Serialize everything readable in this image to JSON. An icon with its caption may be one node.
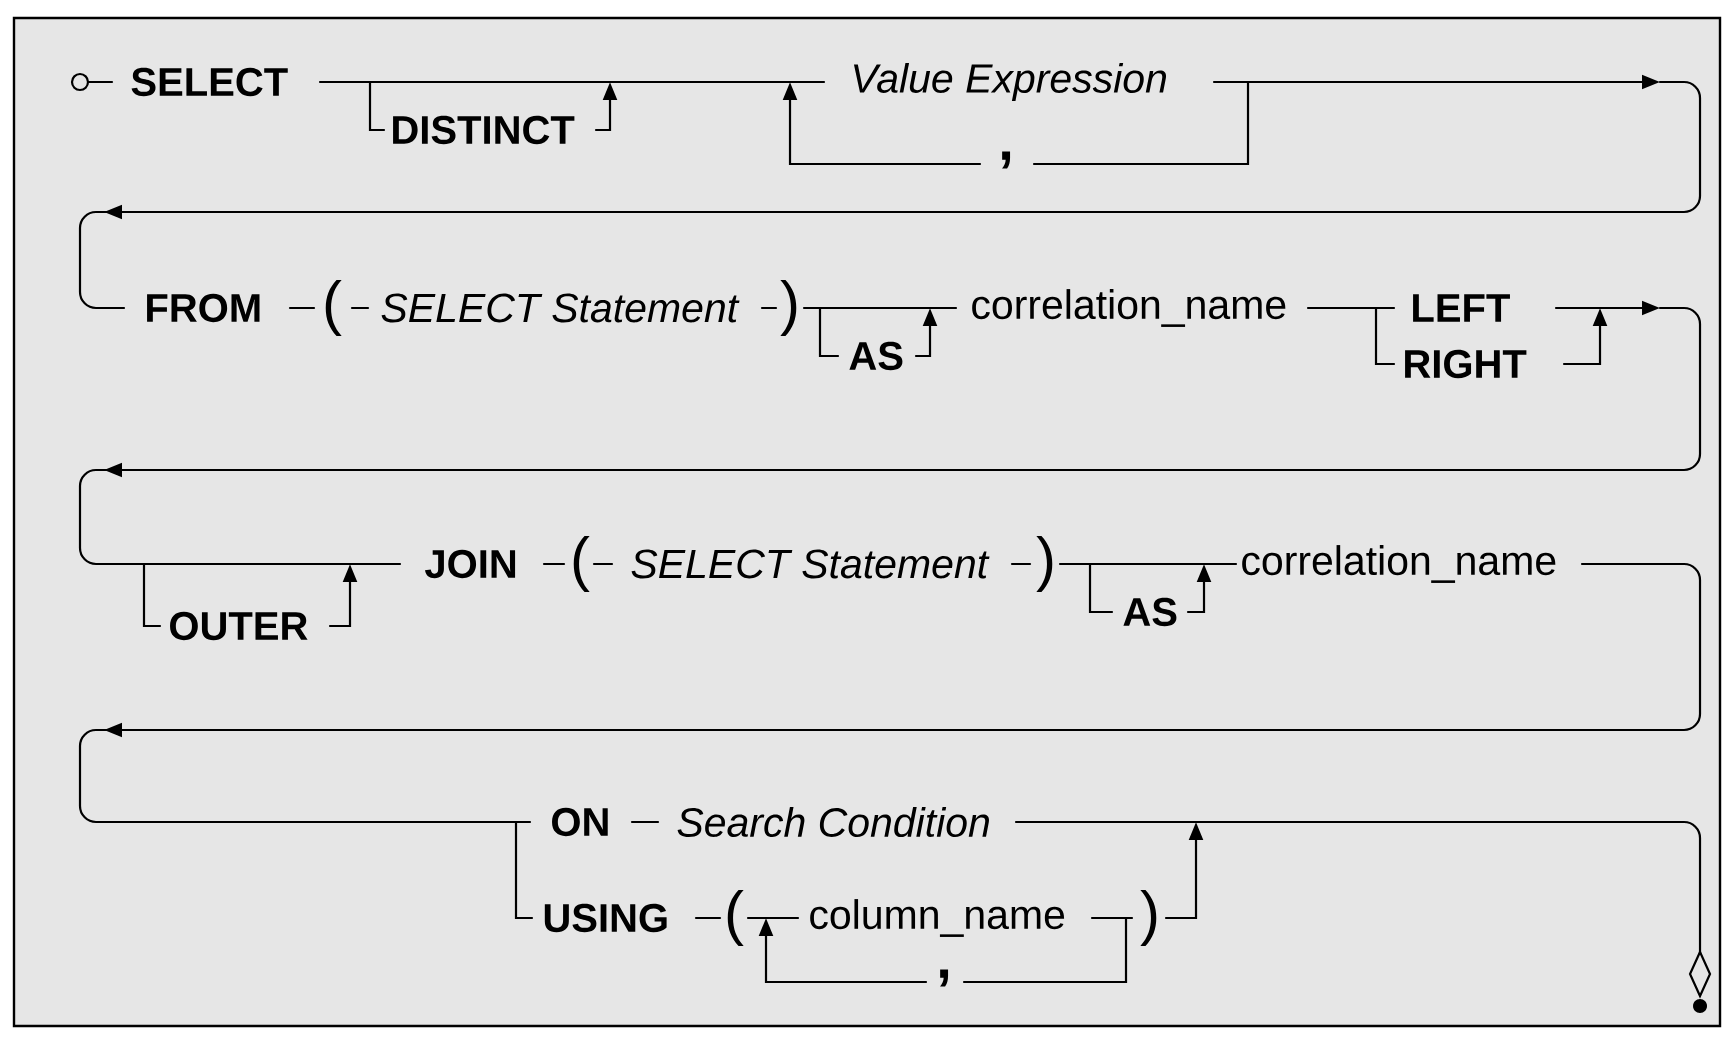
{
  "diagram": {
    "labels": [
      "SELECT",
      "DISTINCT",
      "Value Expression",
      ",",
      "FROM",
      "(",
      "SELECT Statement",
      ")",
      "AS",
      "correlation_name",
      "LEFT",
      "RIGHT",
      "OUTER",
      "JOIN",
      "(",
      "SELECT Statement",
      ")",
      "AS",
      "correlation_name",
      "ON",
      "Search Condition",
      "USING",
      "(",
      "column_name",
      ")",
      ","
    ]
  }
}
